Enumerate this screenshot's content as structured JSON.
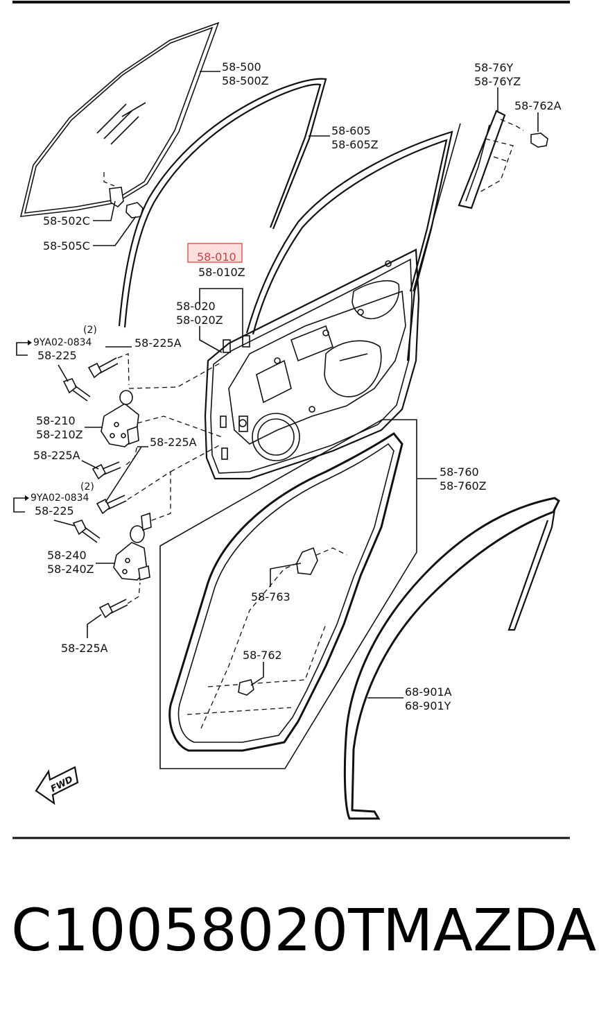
{
  "labels": {
    "glass": [
      "58-500",
      "58-500Z"
    ],
    "glass_channel": [
      "58-605",
      "58-605Z"
    ],
    "garnish": [
      "58-76Y",
      "58-76YZ"
    ],
    "clip_762a": "58-762A",
    "bracket": "58-502C",
    "bolt_505": "58-505C",
    "door_panel_highlight": "58-010",
    "door_panel_z": "58-010Z",
    "door_shell": [
      "58-020",
      "58-020Z"
    ],
    "bolt_upper_a": "58-225A",
    "nine_ya_upper": "9YA02-0834",
    "count_upper": "(2)",
    "bolt_upper": "58-225",
    "upper_hinge": [
      "58-210",
      "58-210Z"
    ],
    "bolt_mid_a1": "58-225A",
    "bolt_mid_a2": "58-225A",
    "count_lower": "(2)",
    "nine_ya_lower": "9YA02-0834",
    "bolt_lower": "58-225",
    "lower_hinge": [
      "58-240",
      "58-240Z"
    ],
    "bolt_bottom_a": "58-225A",
    "weatherstrip": [
      "58-760",
      "58-760Z"
    ],
    "clip_763": "58-763",
    "clip_762": "58-762",
    "opening_trim": [
      "68-901A",
      "68-901Y"
    ],
    "fwd": "FWD"
  },
  "caption": {
    "part_number": "C10058020T",
    "brand": "MAZDA"
  },
  "colors": {
    "highlight_fill": "#ffdede",
    "highlight_stroke": "#e05a5a",
    "line": "#111111"
  }
}
